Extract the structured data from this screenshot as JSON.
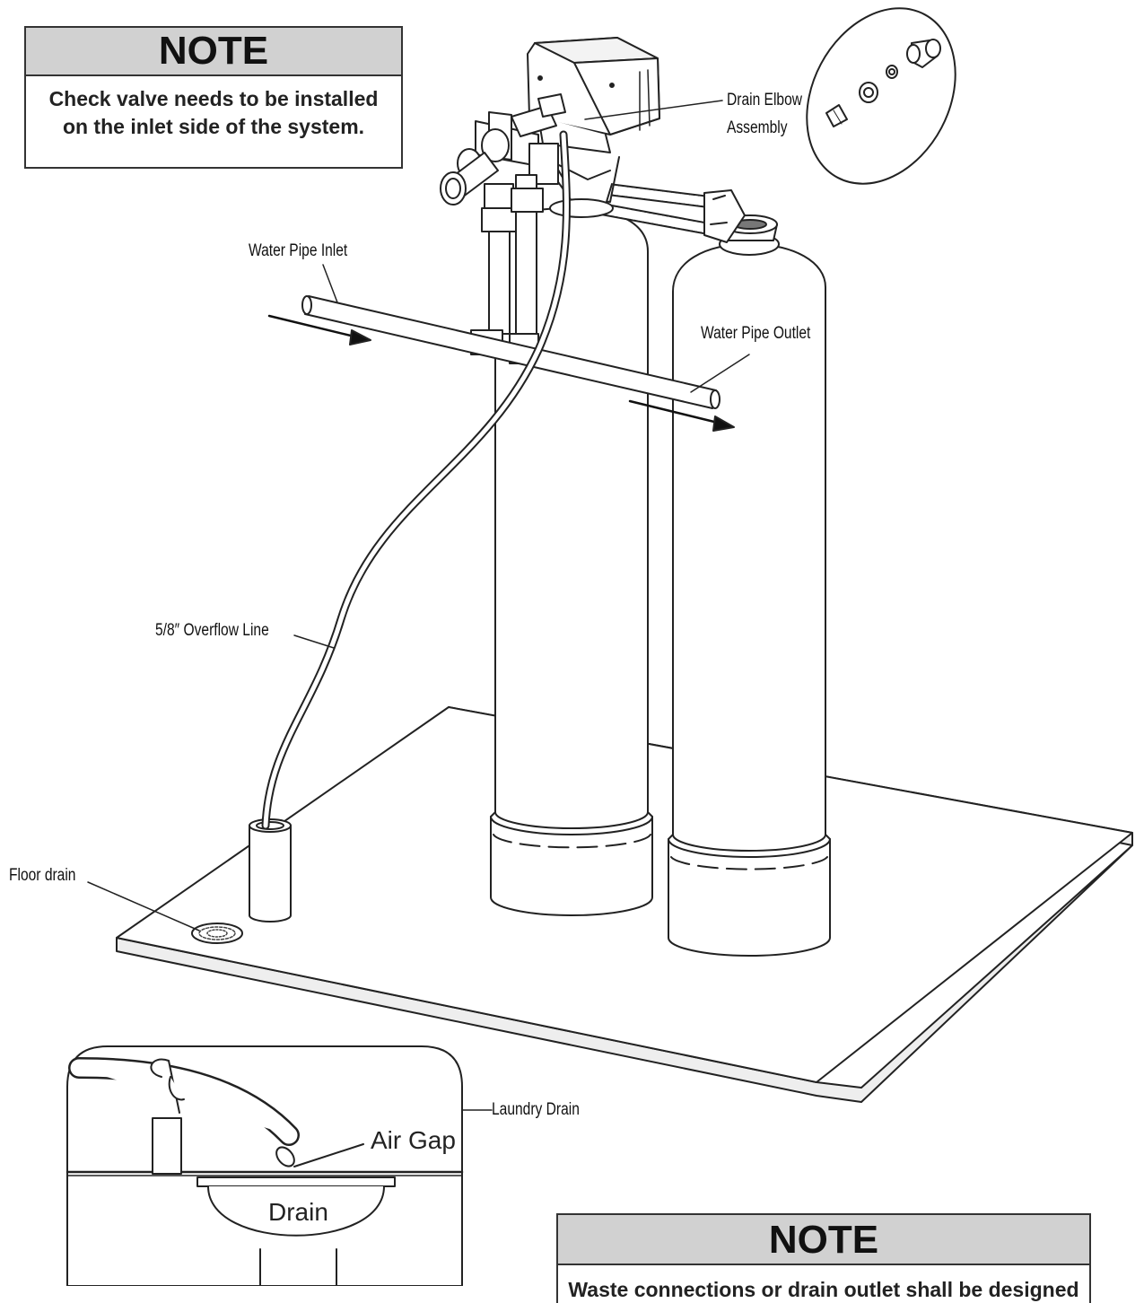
{
  "notes": {
    "top": {
      "title": "NOTE",
      "text": "Check valve needs to be installed on the inlet side of the system."
    },
    "bottom": {
      "title": "NOTE",
      "text": "Waste connections or drain outlet shall be designed"
    }
  },
  "labels": {
    "drain_elbow_line1": "Drain Elbow",
    "drain_elbow_line2": "Assembly",
    "water_pipe_inlet": "Water Pipe Inlet",
    "water_pipe_outlet": "Water Pipe Outlet",
    "overflow_line": "5/8″ Overflow Line",
    "floor_drain": "Floor drain",
    "laundry_drain": "Laundry Drain"
  },
  "inset": {
    "air_gap": "Air Gap",
    "drain": "Drain"
  }
}
